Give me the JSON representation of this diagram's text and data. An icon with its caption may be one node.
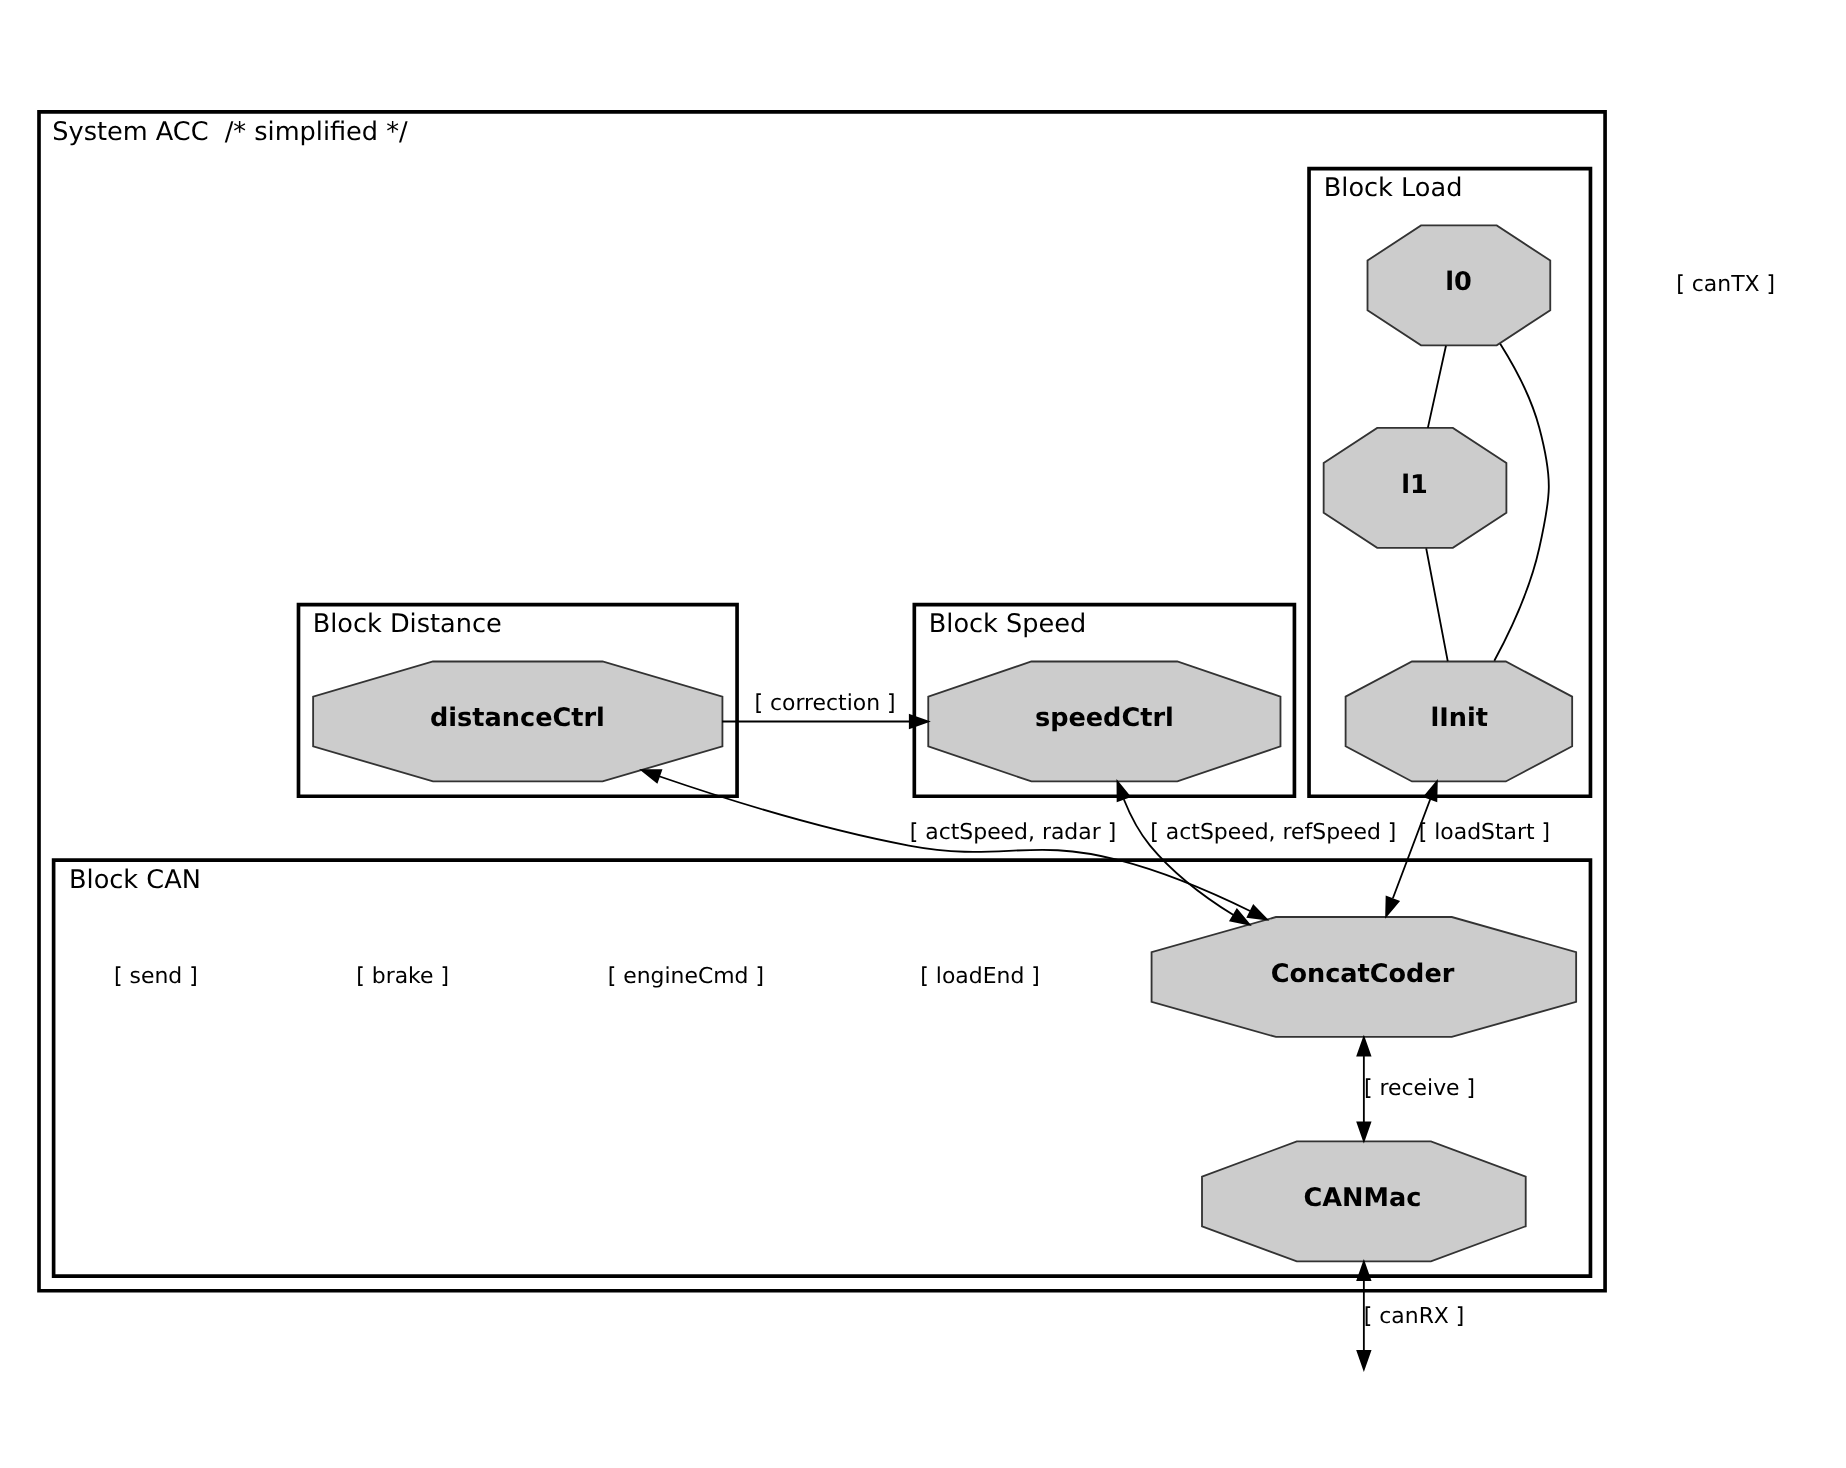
{
  "diagram": {
    "nodes": [
      {
        "text": [
          "System ACC  /* simplified */"
        ]
      },
      {
        "text": [
          "Block Load"
        ],
        "in": 0
      },
      {
        "text": [
          "l0"
        ],
        "in": 1
      },
      {
        "text": [
          "l1"
        ],
        "in": 1
      },
      {
        "text": [
          "lInit"
        ],
        "in": 1
      },
      {
        "text": [
          "Block Speed"
        ],
        "in": 0
      },
      {
        "text": [
          "speedCtrl"
        ],
        "in": 5
      },
      {
        "text": [
          "Block Distance"
        ],
        "in": 0
      },
      {
        "text": [
          "distanceCtrl"
        ],
        "in": 7
      },
      {
        "text": [
          "Block CAN"
        ],
        "in": 0
      },
      {
        "text": [
          "ConcatCoder"
        ],
        "in": 9
      },
      {
        "text": [
          "CANMac"
        ],
        "in": 9
      }
    ],
    "edges": [
      {
        "from": 2,
        "to": 3,
        "arrow": "none"
      },
      {
        "from": 2,
        "to": 4,
        "arrow": "none"
      },
      {
        "from": 3,
        "to": 4,
        "arrow": "none"
      },
      {
        "from": 4,
        "to": 10,
        "arrow": "both",
        "label": "[ loadStart ]"
      },
      {
        "from": 8,
        "to": 6,
        "arrow": "to",
        "label": "[ correction ]"
      },
      {
        "from": 6,
        "to": 10,
        "arrow": "both",
        "label": "[ actSpeed, refSpeed ]"
      },
      {
        "from": 8,
        "to": 10,
        "arrow": "both",
        "label": "[ actSpeed, radar ]"
      },
      {
        "from": 10,
        "to": 11,
        "arrow": "both",
        "label": "[ receive ]"
      },
      {
        "from": 11,
        "to": null,
        "arrow": "both",
        "label": "[ canRX ]"
      }
    ],
    "labels": [
      "[ loadEnd ]",
      "[ engineCmd ]",
      "[ brake ]",
      "[ send ]",
      "[ canTX ]"
    ]
  }
}
